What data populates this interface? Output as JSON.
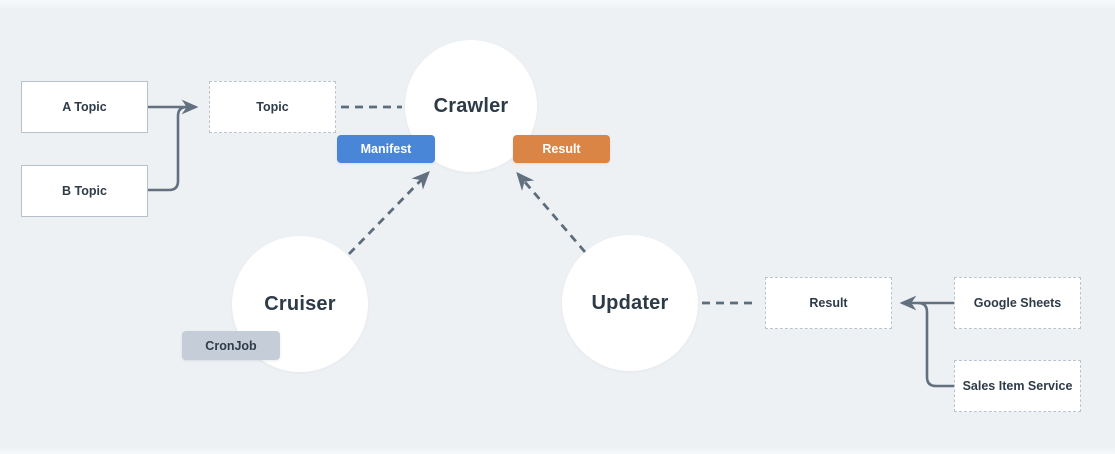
{
  "diagram": {
    "nodes": {
      "a_topic": {
        "label": "A Topic",
        "shape": "box-solid"
      },
      "b_topic": {
        "label": "B Topic",
        "shape": "box-solid"
      },
      "topic": {
        "label": "Topic",
        "shape": "box-dashed"
      },
      "crawler": {
        "label": "Crawler",
        "shape": "circle"
      },
      "cruiser": {
        "label": "Cruiser",
        "shape": "circle"
      },
      "updater": {
        "label": "Updater",
        "shape": "circle"
      },
      "result_queue": {
        "label": "Result",
        "shape": "box-dashed"
      },
      "google_sheets": {
        "label": "Google Sheets",
        "shape": "box-dashed"
      },
      "sales_item_service": {
        "label": "Sales Item Service",
        "shape": "box-dashed"
      }
    },
    "badges": {
      "manifest": {
        "label": "Manifest",
        "color": "#4a86d8"
      },
      "result": {
        "label": "Result",
        "color": "#da8445"
      },
      "cronjob": {
        "label": "CronJob",
        "color": "#c5ced8"
      }
    },
    "connections": {
      "a_topic_to_topic": "solid-arrow",
      "b_topic_to_topic": "solid-merge",
      "topic_to_crawler": "dashed",
      "cruiser_to_crawler": "dashed-arrow",
      "updater_to_crawler": "dashed-arrow",
      "updater_to_result": "dashed",
      "google_sheets_to_result": "solid-arrow",
      "sales_item_to_result": "solid-merge"
    },
    "colors": {
      "background": "#eef1f4",
      "connector": "#62707f",
      "node_text": "#2e3b49",
      "box_border": "#b7c1cb"
    }
  }
}
